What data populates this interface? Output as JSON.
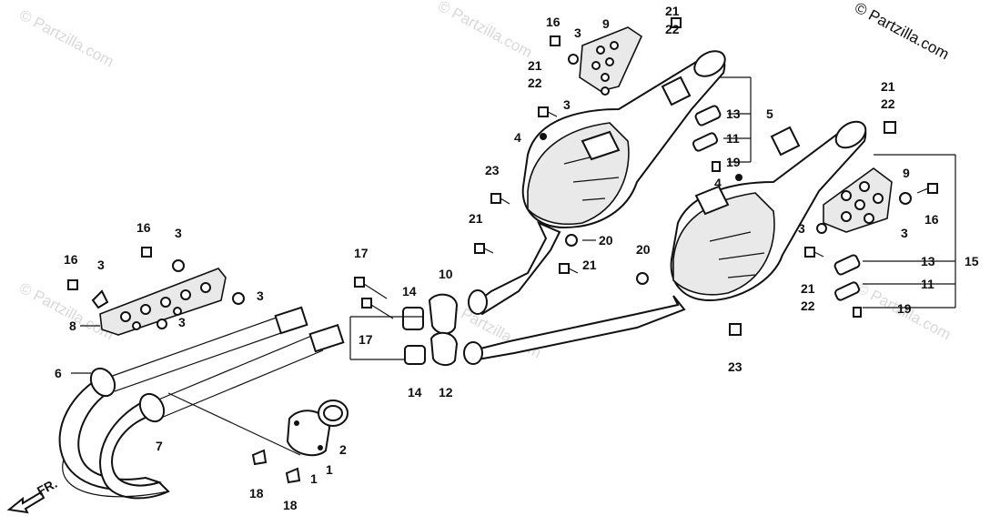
{
  "watermarks": {
    "main": "© Partzilla.com",
    "faint": "© Partzilla.com"
  },
  "direction_arrow": {
    "label": "FR."
  },
  "labels": {
    "l1a": "1",
    "l1b": "1",
    "l2": "2",
    "l3a": "3",
    "l3b": "3",
    "l3c": "3",
    "l3d": "3",
    "l3e": "3",
    "l3f": "3",
    "l3g": "3",
    "l3h": "3",
    "l4a": "4",
    "l4b": "4",
    "l5": "5",
    "l6": "6",
    "l7": "7",
    "l8": "8",
    "l9a": "9",
    "l9b": "9",
    "l10": "10",
    "l11a": "11",
    "l11b": "11",
    "l12": "12",
    "l13a": "13",
    "l13b": "13",
    "l14a": "14",
    "l14b": "14",
    "l15": "15",
    "l16a": "16",
    "l16b": "16",
    "l16c": "16",
    "l16d": "16",
    "l17a": "17",
    "l17b": "17",
    "l18a": "18",
    "l18b": "18",
    "l19a": "19",
    "l19b": "19",
    "l20a": "20",
    "l20b": "20",
    "l21a": "21",
    "l22a": "22",
    "l21b": "21",
    "l22b": "22",
    "l21c": "21",
    "l22c": "22",
    "l21d": "21",
    "l21e": "21",
    "l21f": "21",
    "l22f": "22",
    "l23a": "23",
    "l23b": "23"
  }
}
